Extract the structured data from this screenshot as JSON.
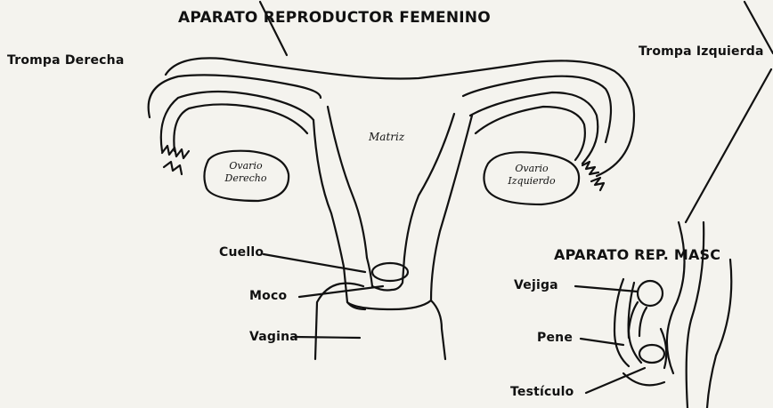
{
  "titles": {
    "female": "APARATO REPRODUCTOR FEMENINO",
    "male": "APARATO REP. MASC"
  },
  "labels": {
    "right_tube": "Trompa Derecha",
    "left_tube": "Trompa Izquierda",
    "uterus": "Matriz",
    "right_ovary_line1": "Ovario",
    "right_ovary_line2": "Derecho",
    "left_ovary_line1": "Ovario",
    "left_ovary_line2": "Izquierdo",
    "cervix": "Cuello",
    "mucus": "Moco",
    "vagina": "Vagina",
    "bladder": "Vejiga",
    "penis": "Pene",
    "testicle": "Testículo"
  }
}
